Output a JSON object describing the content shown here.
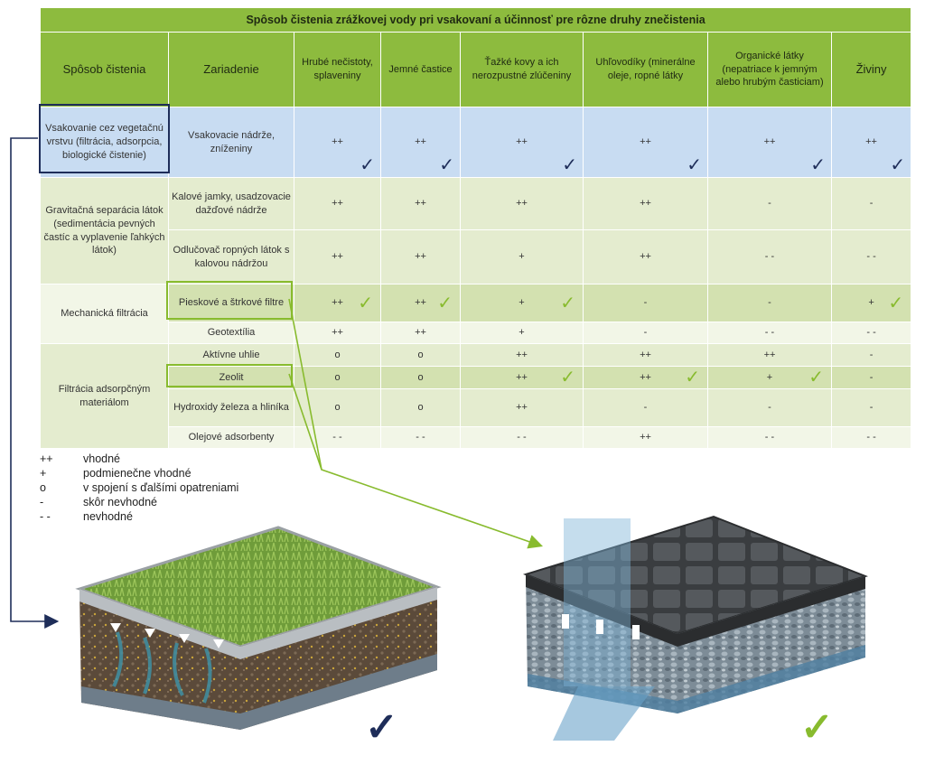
{
  "title": "Spôsob čistenia zrážkovej vody pri vsakovaní a účinnosť pre rôzne druhy znečistenia",
  "headers": {
    "method": "Spôsob čistenia",
    "device": "Zariadenie",
    "c1": "Hrubé nečistoty, splaveniny",
    "c2": "Jemné častice",
    "c3": "Ťažké kovy a ich nerozpustné zlúčeniny",
    "c4": "Uhľovodíky (minerálne oleje, ropné látky",
    "c5": "Organické látky (nepatriace k jemným alebo hrubým časticiam)",
    "c6": "Živiny"
  },
  "groups": {
    "g1": "Vsakovanie cez vegetačnú vrstvu (filtrácia, adsorpcia, biologické čistenie)",
    "g2": "Gravitačná separácia látok (sedimentácia pevných častíc a vyplavenie ľahkých látok)",
    "g3": "Mechanická filtrácia",
    "g4": "Filtrácia adsorpčným materiálom"
  },
  "rows": [
    {
      "device": "Vsakovacie nádrže, zníženiny",
      "v": [
        "++",
        "++",
        "++",
        "++",
        "++",
        "++"
      ]
    },
    {
      "device": "Kalové jamky, usadzovacie dažďové nádrže",
      "v": [
        "++",
        "++",
        "++",
        "++",
        "-",
        "-"
      ]
    },
    {
      "device": "Odlučovač ropných látok s kalovou nádržou",
      "v": [
        "++",
        "++",
        "+",
        "++",
        "- -",
        "- -"
      ]
    },
    {
      "device": "Pieskové a štrkové filtre",
      "v": [
        "++",
        "++",
        "+",
        "-",
        "-",
        "+"
      ]
    },
    {
      "device": "Geotextília",
      "v": [
        "++",
        "++",
        "+",
        "-",
        "- -",
        "- -"
      ]
    },
    {
      "device": "Aktívne uhlie",
      "v": [
        "o",
        "o",
        "++",
        "++",
        "++",
        "-"
      ]
    },
    {
      "device": "Zeolit",
      "v": [
        "o",
        "o",
        "++",
        "++",
        "+",
        "-"
      ]
    },
    {
      "device": "Hydroxidy železa a hliníka",
      "v": [
        "o",
        "o",
        "++",
        "-",
        "-",
        "-"
      ]
    },
    {
      "device": "Olejové adsorbenty",
      "v": [
        "- -",
        "- -",
        "- -",
        "++",
        "- -",
        "- -"
      ]
    }
  ],
  "legend": [
    {
      "sym": "++",
      "text": "vhodné"
    },
    {
      "sym": "+",
      "text": "podmienečne vhodné"
    },
    {
      "sym": "o",
      "text": "v spojení s ďalšími opatreniami"
    },
    {
      "sym": "-",
      "text": "skôr nevhodné"
    },
    {
      "sym": "- -",
      "text": "nevhodné"
    }
  ],
  "colors": {
    "header_green": "#8dbb3e",
    "highlight_blue": "#c8dcf2",
    "navy": "#1e2d59",
    "check_green": "#88bb2e"
  },
  "icons": {
    "navy_check": "check-icon",
    "green_check": "check-icon"
  }
}
